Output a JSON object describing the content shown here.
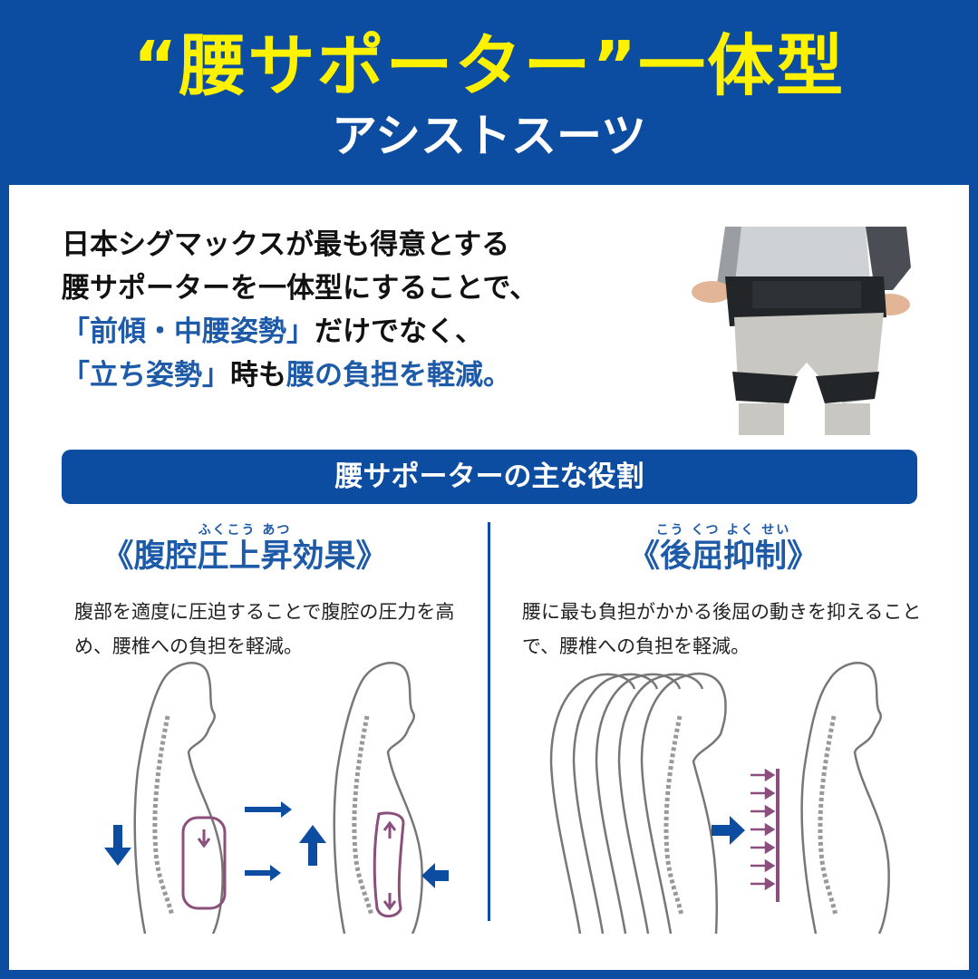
{
  "header": {
    "title": "“腰サポーター”一体型",
    "subtitle": "アシストスーツ"
  },
  "intro": {
    "line1": "日本シグマックスが最も得意とする",
    "line2": "腰サポーターを一体型にすることで、",
    "line3_highlight": "「前傾・中腰姿勢」",
    "line3_rest": "だけでなく、",
    "line4_highlight1": "「立ち姿勢」",
    "line4_mid": "時も",
    "line4_highlight2": "腰の負担を軽減。"
  },
  "roles": {
    "bar_label": "腰サポーターの主な役割",
    "left": {
      "ruby": "ふくこう あつ",
      "heading": "《腹腔圧上昇効果》",
      "desc": "腹部を適度に圧迫することで腹腔の圧力を高め、腰椎への負担を軽減。"
    },
    "right": {
      "ruby": "こう くつ よく せい",
      "heading": "《後屈抑制》",
      "desc": "腰に最も負担がかかる後屈の動きを抑えることで、腰椎への負担を軽減。"
    }
  },
  "colors": {
    "brand_blue": "#0d4da1",
    "title_yellow": "#fff200",
    "highlight_blue": "#1d5aa8",
    "pressure_purple": "#8a4f7d"
  },
  "icons": [
    "down-arrow-icon",
    "up-arrow-icon",
    "right-arrow-icon",
    "left-arrow-icon"
  ]
}
